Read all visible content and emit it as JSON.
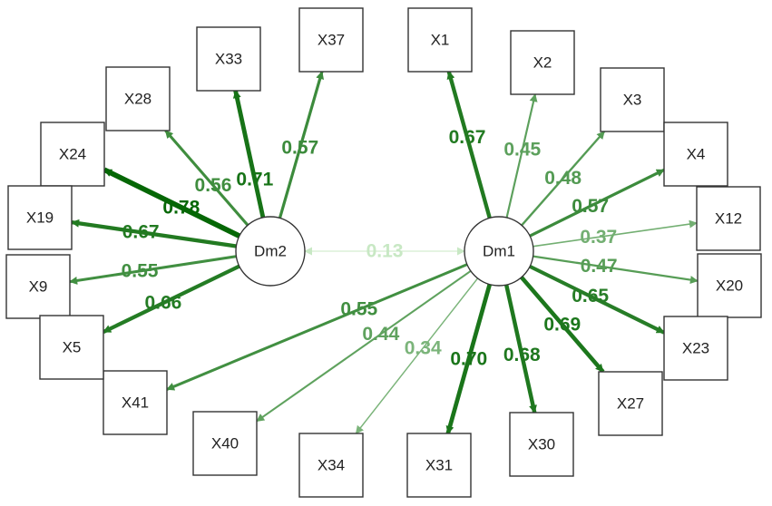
{
  "latent_nodes": [
    {
      "id": "Dm1",
      "label": "Dm1"
    },
    {
      "id": "Dm2",
      "label": "Dm2"
    }
  ],
  "observed_nodes": [
    {
      "id": "X1",
      "label": "X1"
    },
    {
      "id": "X2",
      "label": "X2"
    },
    {
      "id": "X3",
      "label": "X3"
    },
    {
      "id": "X4",
      "label": "X4"
    },
    {
      "id": "X12",
      "label": "X12"
    },
    {
      "id": "X20",
      "label": "X20"
    },
    {
      "id": "X23",
      "label": "X23"
    },
    {
      "id": "X27",
      "label": "X27"
    },
    {
      "id": "X30",
      "label": "X30"
    },
    {
      "id": "X31",
      "label": "X31"
    },
    {
      "id": "X34",
      "label": "X34"
    },
    {
      "id": "X40",
      "label": "X40"
    },
    {
      "id": "X41",
      "label": "X41"
    },
    {
      "id": "X33",
      "label": "X33"
    },
    {
      "id": "X37",
      "label": "X37"
    },
    {
      "id": "X28",
      "label": "X28"
    },
    {
      "id": "X24",
      "label": "X24"
    },
    {
      "id": "X19",
      "label": "X19"
    },
    {
      "id": "X9",
      "label": "X9"
    },
    {
      "id": "X5",
      "label": "X5"
    }
  ],
  "loadings": [
    {
      "from": "Dm1",
      "to": "X1",
      "value": "0.67"
    },
    {
      "from": "Dm1",
      "to": "X2",
      "value": "0.45"
    },
    {
      "from": "Dm1",
      "to": "X3",
      "value": "0.48"
    },
    {
      "from": "Dm1",
      "to": "X4",
      "value": "0.57"
    },
    {
      "from": "Dm1",
      "to": "X12",
      "value": "0.37"
    },
    {
      "from": "Dm1",
      "to": "X20",
      "value": "0.47"
    },
    {
      "from": "Dm1",
      "to": "X23",
      "value": "0.65"
    },
    {
      "from": "Dm1",
      "to": "X27",
      "value": "0.69"
    },
    {
      "from": "Dm1",
      "to": "X30",
      "value": "0.68"
    },
    {
      "from": "Dm1",
      "to": "X31",
      "value": "0.70"
    },
    {
      "from": "Dm1",
      "to": "X34",
      "value": "0.34"
    },
    {
      "from": "Dm1",
      "to": "X40",
      "value": "0.44"
    },
    {
      "from": "Dm1",
      "to": "X41",
      "value": "0.55"
    },
    {
      "from": "Dm2",
      "to": "X33",
      "value": "0.71"
    },
    {
      "from": "Dm2",
      "to": "X37",
      "value": "0.57"
    },
    {
      "from": "Dm2",
      "to": "X28",
      "value": "0.56"
    },
    {
      "from": "Dm2",
      "to": "X24",
      "value": "0.78"
    },
    {
      "from": "Dm2",
      "to": "X19",
      "value": "0.67"
    },
    {
      "from": "Dm2",
      "to": "X9",
      "value": "0.55"
    },
    {
      "from": "Dm2",
      "to": "X5",
      "value": "0.66"
    }
  ],
  "correlation": {
    "from": "Dm1",
    "to": "Dm2",
    "value": "0.13"
  }
}
